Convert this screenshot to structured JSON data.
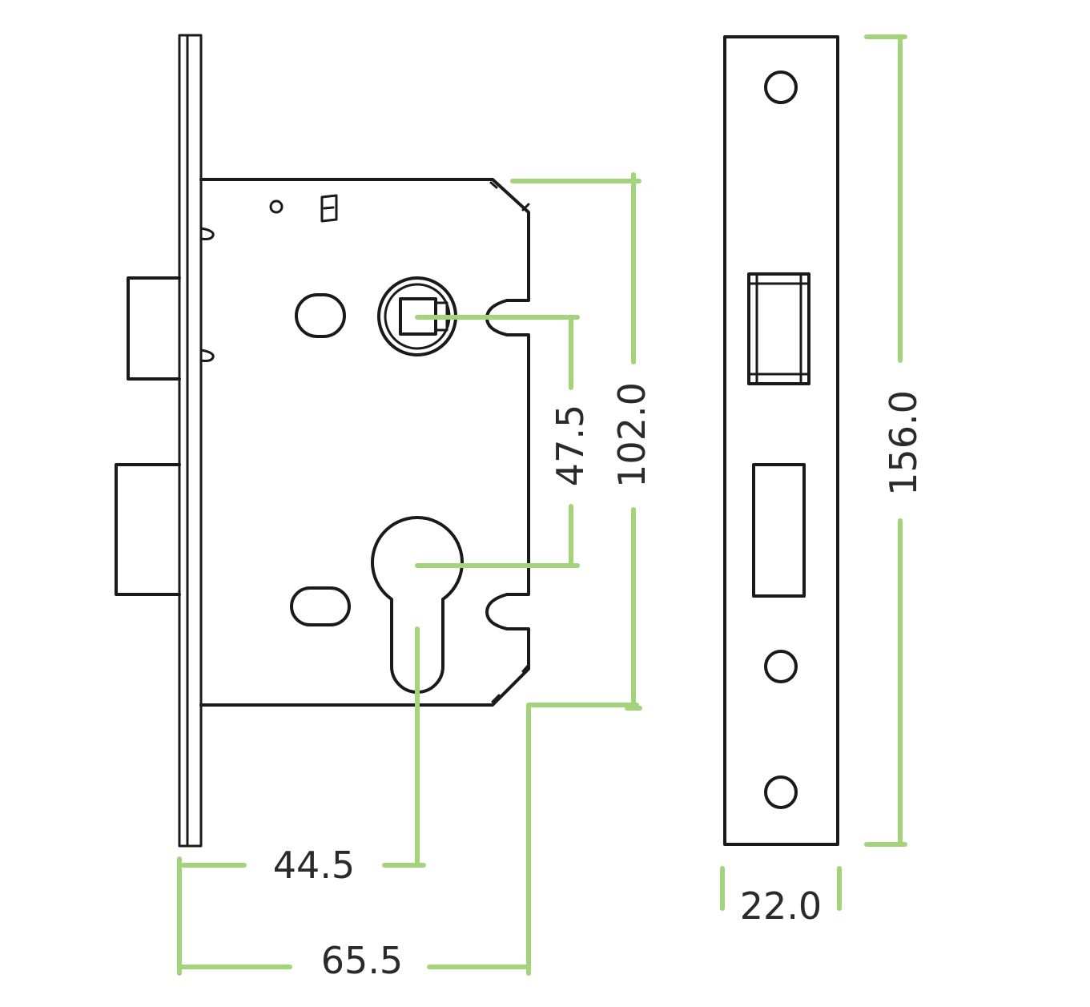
{
  "colors": {
    "dimension_line": "#a3d47c",
    "outline": "#1a1a1a",
    "background": "#ffffff"
  },
  "dimensions": {
    "backset_label": "44.5",
    "case_depth_label": "65.5",
    "centres_label": "47.5",
    "case_height_label": "102.0",
    "forend_height_label": "156.0",
    "forend_width_label": "22.0"
  }
}
